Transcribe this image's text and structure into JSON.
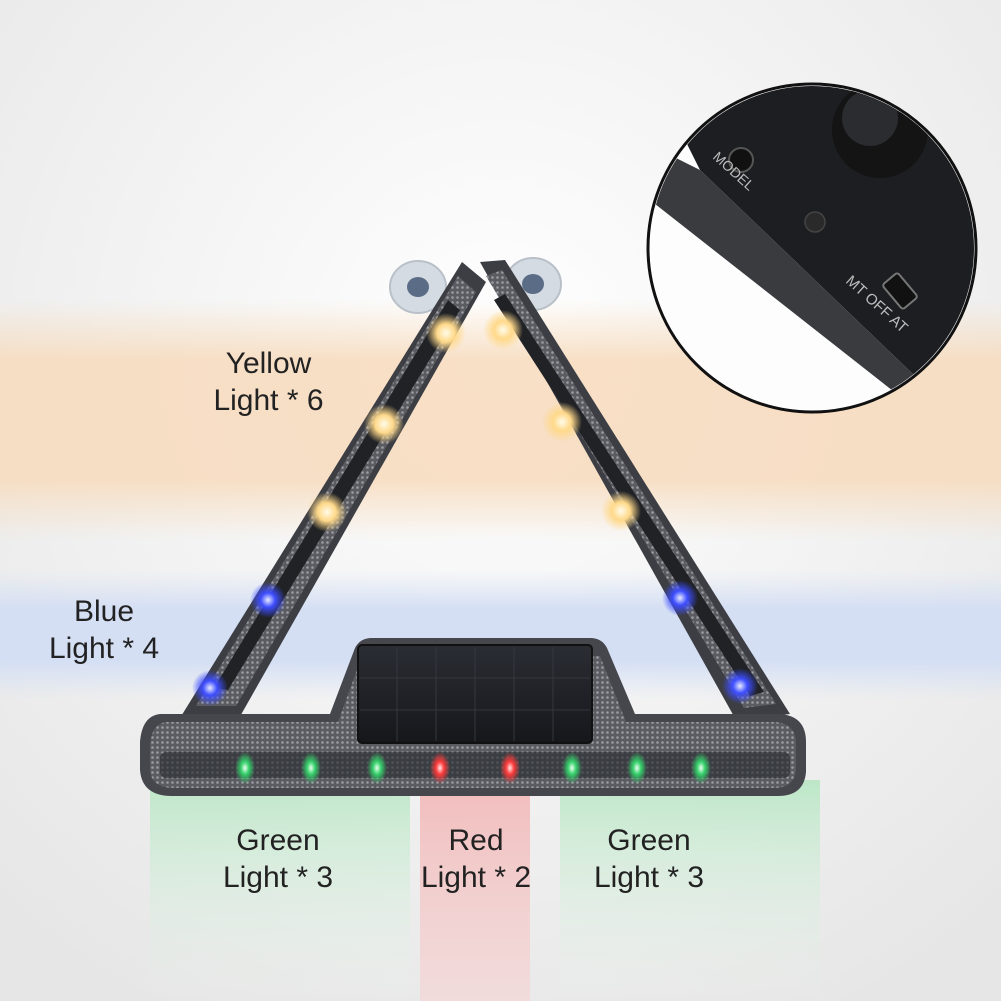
{
  "labels": {
    "yellow": {
      "line1": "Yellow",
      "line2": "Light * 6"
    },
    "blue": {
      "line1": "Blue",
      "line2": "Light * 4"
    },
    "green_left": {
      "line1": "Green",
      "line2": "Light * 3"
    },
    "red": {
      "line1": "Red",
      "line2": "Light * 2"
    },
    "green_right": {
      "line1": "Green",
      "line2": "Light * 3"
    }
  },
  "inset": {
    "model_label": "MODEL",
    "switch_label": "MT OFF AT"
  },
  "colors": {
    "background": "#f1f1f1",
    "yellow_led": "#ffd98a",
    "blue_led": "#3d4dff",
    "green_led": "#36d16b",
    "red_led": "#ff3b3b",
    "yellow_band": "#f7dfc2",
    "blue_band": "#d6e2f6",
    "green_glow": "#bfe8c9",
    "red_glow": "#f3c4c4"
  }
}
